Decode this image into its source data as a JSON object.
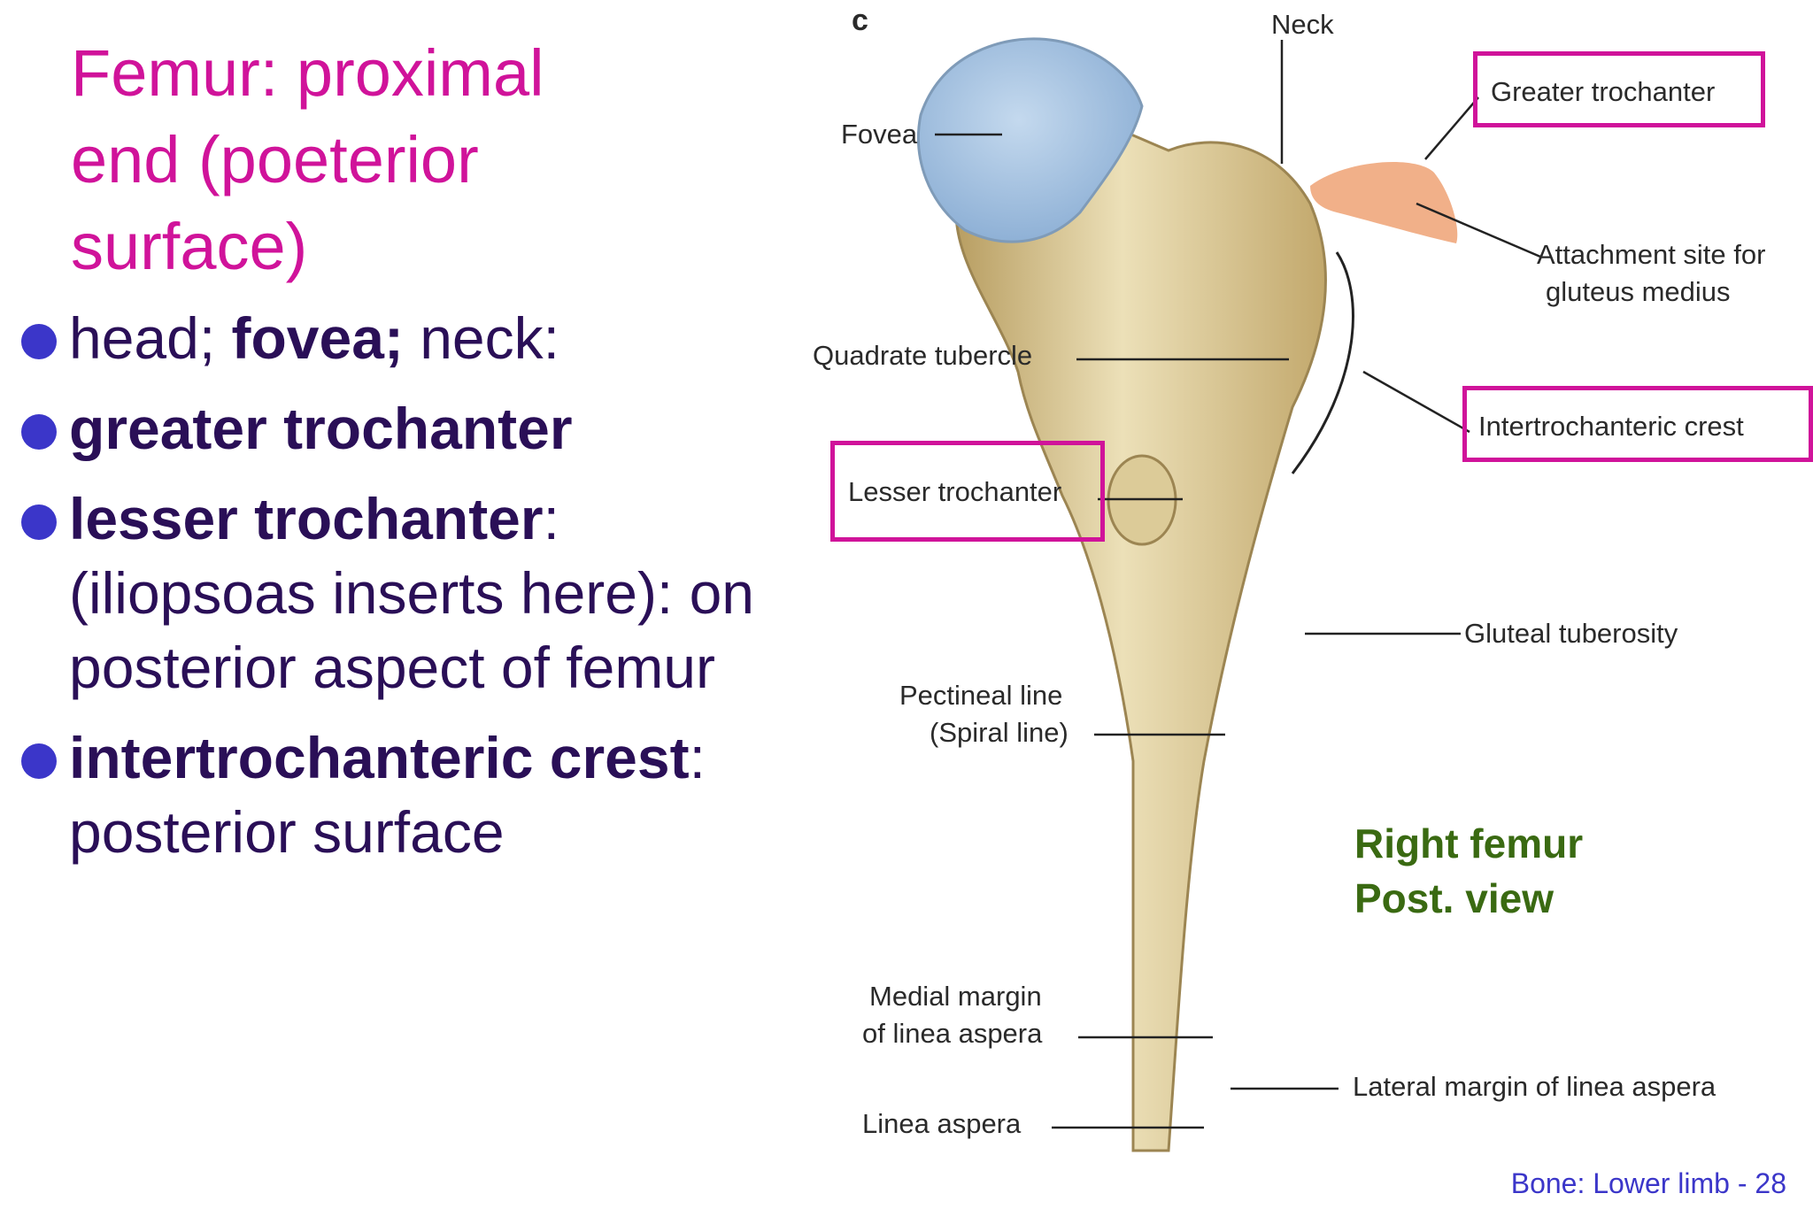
{
  "slide": {
    "title": "Femur: proximal end (poeterior surface)",
    "bullets": [
      {
        "bold": "",
        "rest": "head; ",
        "bold2": "fovea;",
        "rest2": " neck:"
      },
      {
        "bold": "greater trochanter",
        "rest": ""
      },
      {
        "bold": "lesser trochanter",
        "rest": ": (iliopsoas inserts here): on posterior aspect of femur"
      },
      {
        "bold": "intertrochanteric crest",
        "rest": ": posterior surface"
      }
    ],
    "caption_line1": "Right femur",
    "caption_line2": "Post. view",
    "footer": "Bone: Lower limb - 28"
  },
  "diagram": {
    "panel_letter": "c",
    "labels": {
      "neck": "Neck",
      "greater_trochanter": "Greater trochanter",
      "fovea": "Fovea",
      "attachment_1": "Attachment site for",
      "attachment_2": "gluteus medius",
      "quadrate_tubercle": "Quadrate tubercle",
      "intertrochanteric_crest": "Intertrochanteric crest",
      "lesser_trochanter": "Lesser trochanter",
      "gluteal_tuberosity": "Gluteal tuberosity",
      "pectineal_line_1": "Pectineal line",
      "pectineal_line_2": "(Spiral line)",
      "medial_margin_1": "Medial margin",
      "medial_margin_2": "of linea aspera",
      "lateral_margin": "Lateral margin of linea aspera",
      "linea_aspera": "Linea aspera"
    },
    "colors": {
      "bone": "#e3d4a8",
      "bone_shadow": "#b89e62",
      "head_cartilage": "#a9c6e3",
      "gluteus_attachment": "#f0a77c",
      "highlight_box": "#d0139a"
    }
  }
}
